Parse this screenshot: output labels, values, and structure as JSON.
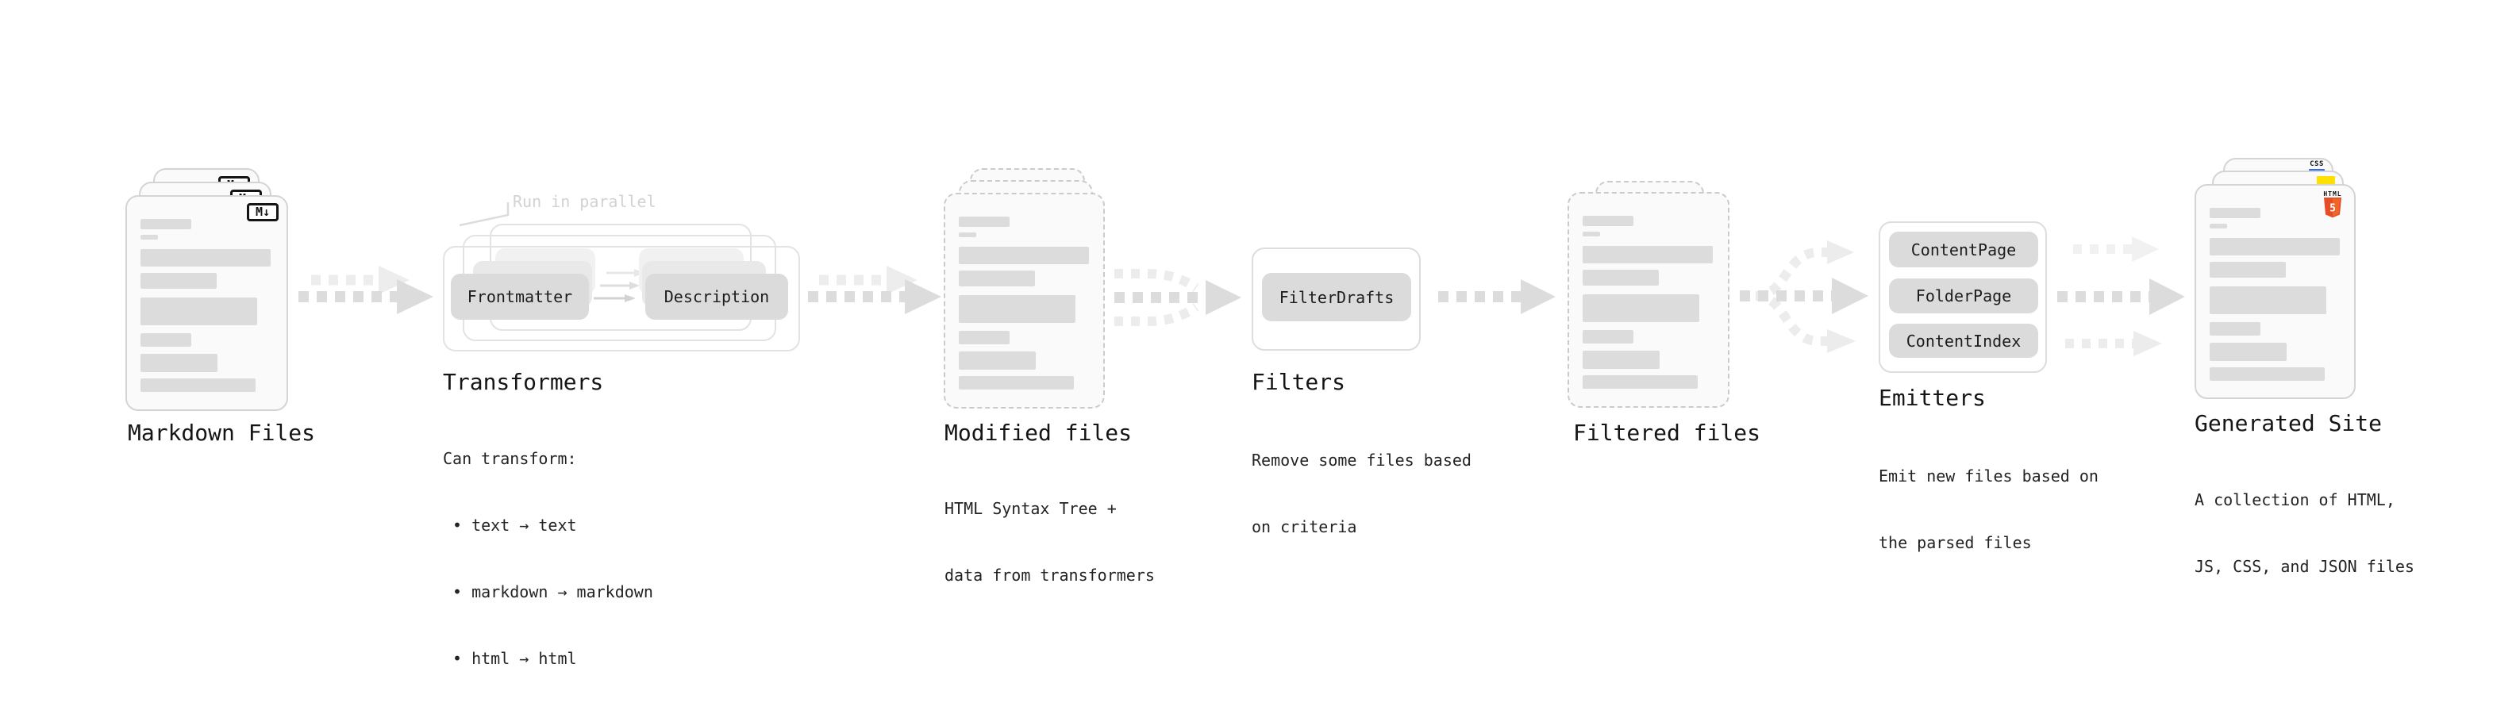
{
  "page": {
    "background": "#ffffff"
  },
  "stages": {
    "markdown_files": {
      "label": "Markdown Files",
      "icon": "markdown-icon",
      "icon_text": "M↓"
    },
    "transformers": {
      "label": "Transformers",
      "annotation": "Run in parallel",
      "source_pill": "Frontmatter",
      "target_pill": "Description",
      "description_lines": [
        "Can transform:",
        "• text → text",
        "• markdown → markdown",
        "• html → html"
      ]
    },
    "modified_files": {
      "label": "Modified files",
      "description_lines": [
        "HTML Syntax Tree +",
        "data from transformers"
      ]
    },
    "filters": {
      "label": "Filters",
      "pill": "FilterDrafts",
      "description_lines": [
        "Remove some files based",
        "on criteria"
      ]
    },
    "filtered_files": {
      "label": "Filtered files"
    },
    "emitters": {
      "label": "Emitters",
      "pills": [
        "ContentPage",
        "FolderPage",
        "ContentIndex"
      ],
      "description_lines": [
        "Emit new files based on",
        "the parsed files"
      ]
    },
    "generated_site": {
      "label": "Generated Site",
      "description_lines": [
        "A collection of HTML,",
        "JS, CSS, and JSON files"
      ],
      "css_badge": "CSS",
      "html_badge_label": "HTML",
      "html_badge_number": "5"
    }
  },
  "colors": {
    "card_border": "#d4d4d4",
    "placeholder_bar": "#dcdcdc",
    "arrow_dark": "#dcdcdc",
    "arrow_light": "#ededed",
    "annotation_gray": "#d2d2d2",
    "html5_orange": "#e44d26",
    "html5_orange_light": "#f16529",
    "js_yellow": "#ffe000",
    "css_blue": "#2f6cf6"
  }
}
